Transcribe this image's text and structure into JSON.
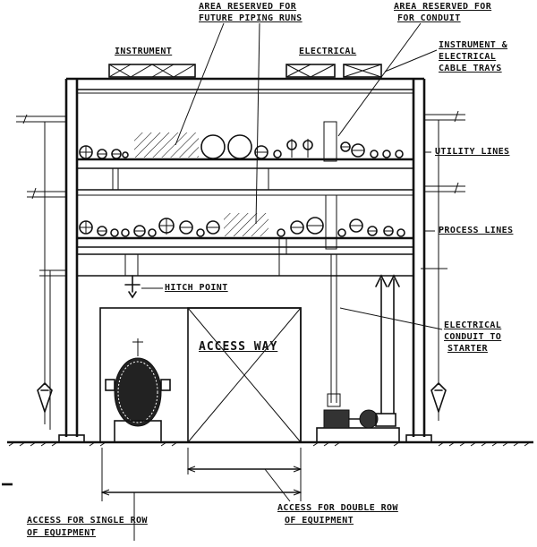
{
  "labels": {
    "area_future_piping_1": "AREA RESERVED FOR",
    "area_future_piping_2": "FUTURE PIPING RUNS",
    "area_conduit_1": "AREA RESERVED FOR",
    "area_conduit_2": "FOR CONDUIT",
    "instrument": "INSTRUMENT",
    "electrical": "ELECTRICAL",
    "cable_trays_1": "INSTRUMENT &",
    "cable_trays_2": "ELECTRICAL",
    "cable_trays_3": "CABLE TRAYS",
    "utility_lines": "UTILITY LINES",
    "process_lines": "PROCESS LINES",
    "hitch_point": "HITCH POINT",
    "access_way": "ACCESS WAY",
    "conduit_starter_1": "ELECTRICAL",
    "conduit_starter_2": "CONDUIT TO",
    "conduit_starter_3": "STARTER",
    "single_row_1": "ACCESS FOR SINGLE ROW",
    "single_row_2": "OF EQUIPMENT",
    "double_row_1": "ACCESS FOR DOUBLE ROW",
    "double_row_2": "OF EQUIPMENT"
  }
}
